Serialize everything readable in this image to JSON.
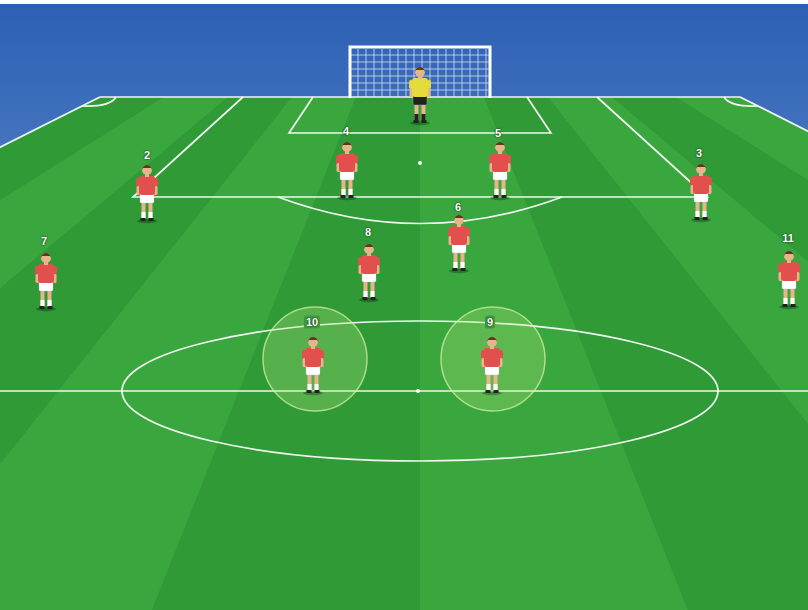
{
  "diagram": {
    "labels": [
      "4",
      "5",
      "2",
      "3",
      "6",
      "8",
      "7",
      "11",
      "10",
      "9"
    ]
  }
}
